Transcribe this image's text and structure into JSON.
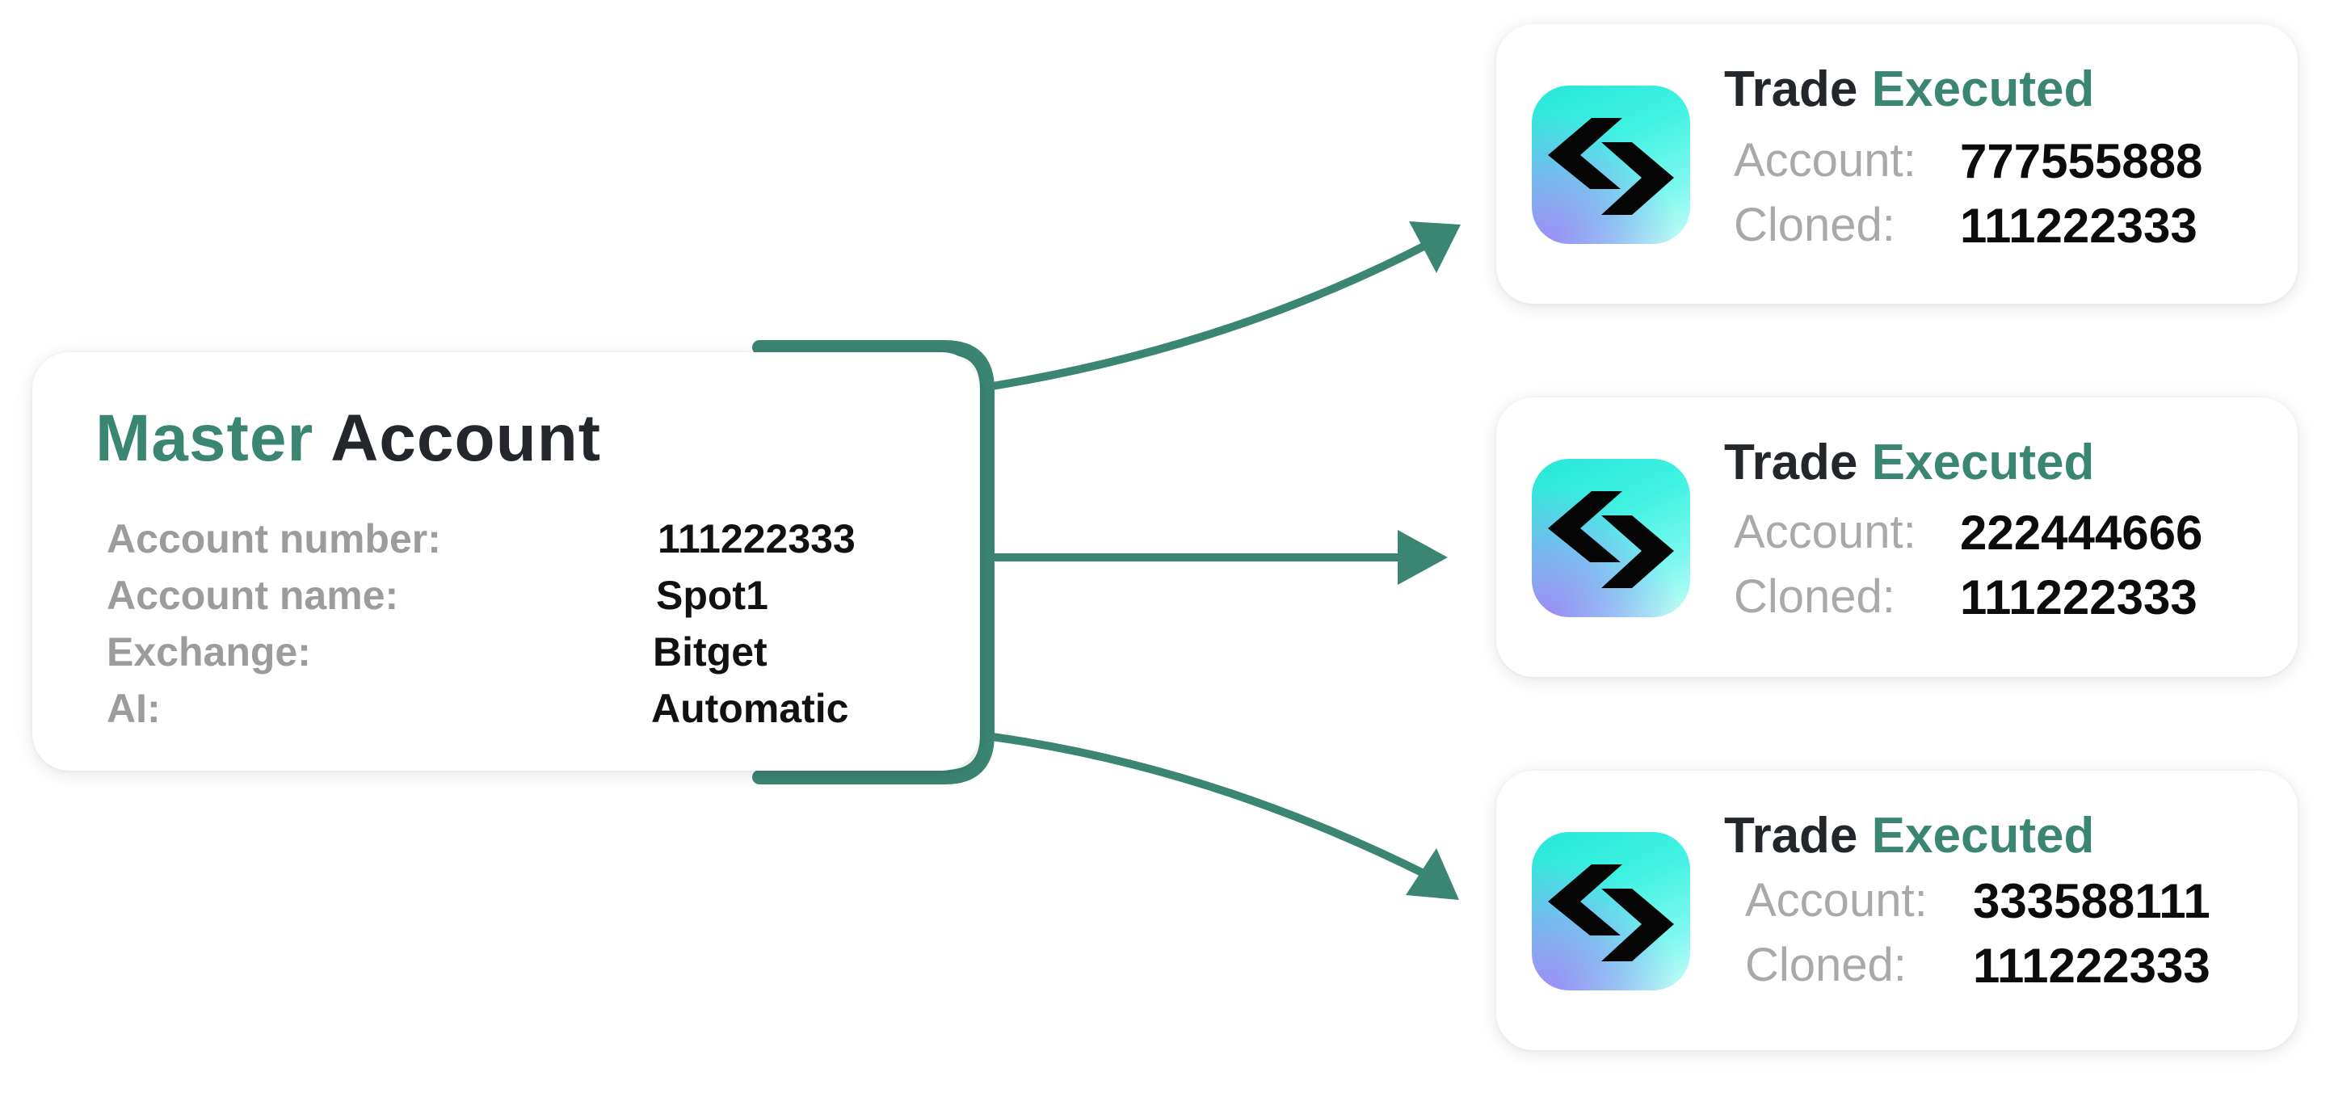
{
  "master": {
    "title_accent": "Master",
    "title_main": "Account",
    "fields": [
      {
        "label": "Account number:",
        "value": "111222333"
      },
      {
        "label": "Account name:",
        "value": "Spot1"
      },
      {
        "label": "Exchange:",
        "value": "Bitget"
      },
      {
        "label": "AI:",
        "value": "Automatic"
      }
    ]
  },
  "trades": [
    {
      "title_main": "Trade",
      "title_accent": "Executed",
      "account_label": "Account:",
      "account": "777555888",
      "cloned_label": "Cloned:",
      "cloned": "111222333"
    },
    {
      "title_main": "Trade",
      "title_accent": "Executed",
      "account_label": "Account:",
      "account": "222444666",
      "cloned_label": "Cloned:",
      "cloned": "111222333"
    },
    {
      "title_main": "Trade",
      "title_accent": "Executed",
      "account_label": "Account:",
      "account": "333588111",
      "cloned_label": "Cloned:",
      "cloned": "111222333"
    }
  ],
  "icons": {
    "exchange_logo": "bitget-logo-icon",
    "arrow": "arrow-right-icon"
  },
  "colors": {
    "accent_green": "#3b8573",
    "title_dark": "#23262a",
    "label_gray": "#9c9c9c",
    "icon_gradient_start": "#27e6d8",
    "icon_gradient_end": "#9b8cf5"
  }
}
